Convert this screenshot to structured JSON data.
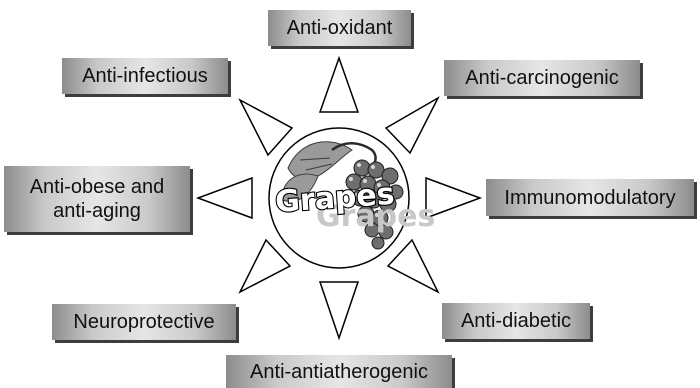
{
  "diagram": {
    "center_label": "Grapes",
    "properties": [
      {
        "id": "top",
        "lines": [
          "Anti-oxidant"
        ]
      },
      {
        "id": "top-right",
        "lines": [
          "Anti-carcinogenic"
        ]
      },
      {
        "id": "right",
        "lines": [
          "Immunomodulatory"
        ]
      },
      {
        "id": "bottom-right",
        "lines": [
          "Anti-diabetic"
        ]
      },
      {
        "id": "bottom",
        "lines": [
          "Anti-antiatherogenic"
        ]
      },
      {
        "id": "bottom-left",
        "lines": [
          "Neuroprotective"
        ]
      },
      {
        "id": "left",
        "lines": [
          "Anti-obese and",
          "anti-aging"
        ]
      },
      {
        "id": "top-left",
        "lines": [
          "Anti-infectious"
        ]
      }
    ]
  },
  "colors": {
    "box_face": "#d0d0d0",
    "box_edge": "#8c8c8c",
    "box_shadow": "#3d3d3d",
    "text": "#111111",
    "outline": "#000000",
    "grape_fill": "#6e6e6e",
    "leaf_fill": "#9a9a9a"
  }
}
